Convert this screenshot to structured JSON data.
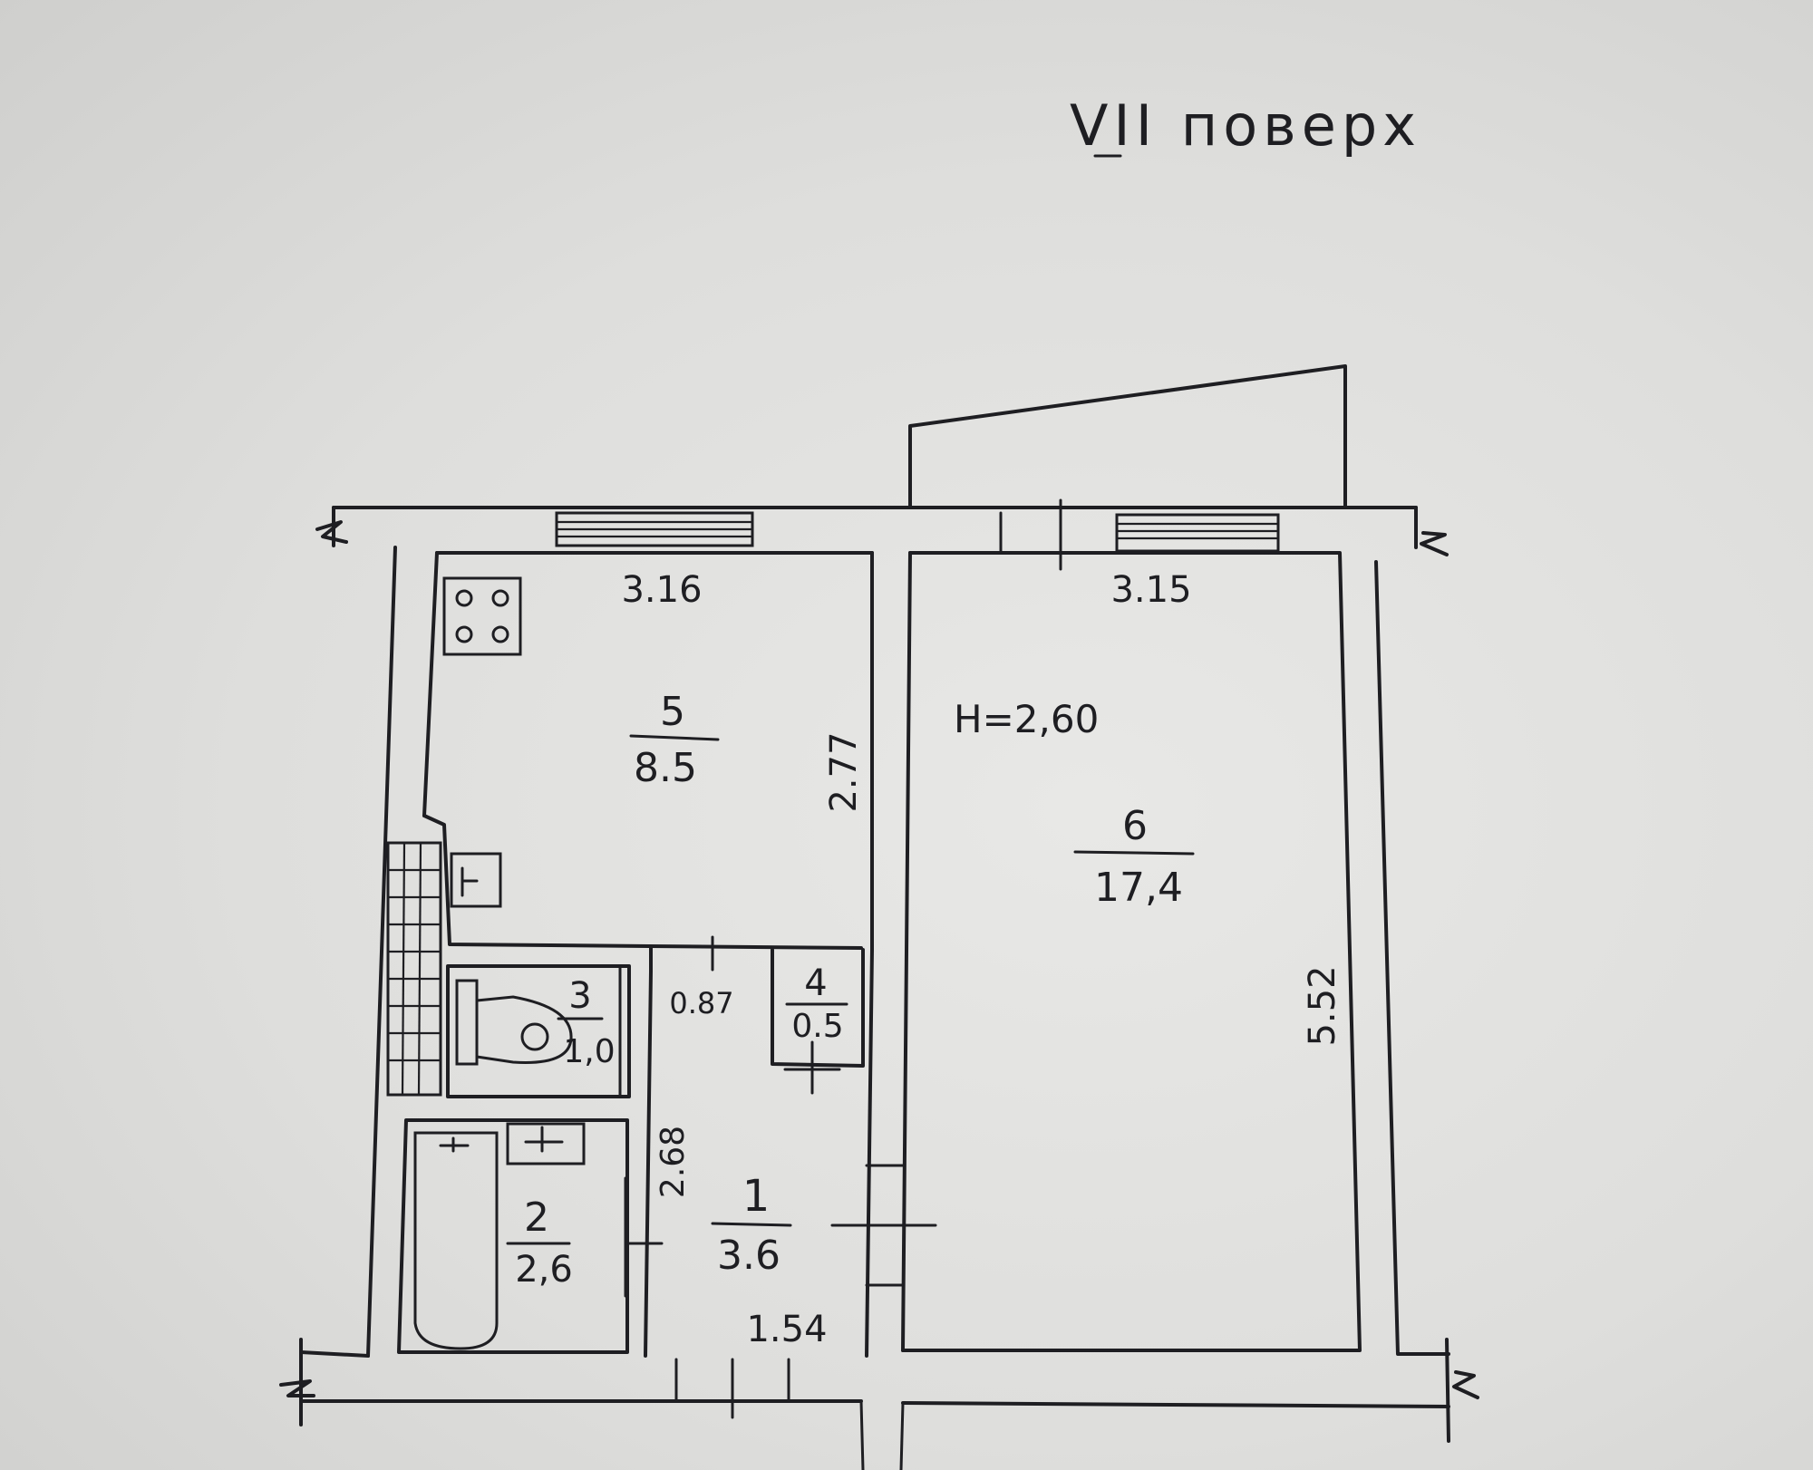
{
  "floor_label": "VII поверх",
  "ceiling_height": "H=2,60",
  "rooms": [
    {
      "number": "1",
      "area": "3.6"
    },
    {
      "number": "2",
      "area": "2,6"
    },
    {
      "number": "3",
      "area": "1,0"
    },
    {
      "number": "4",
      "area": "0.5"
    },
    {
      "number": "5",
      "area": "8.5"
    },
    {
      "number": "6",
      "area": "17,4"
    }
  ],
  "dimensions": {
    "kitchen_width": "3.16",
    "room_width": "3.15",
    "kitchen_depth": "2.77",
    "room_depth": "5.52",
    "corridor_width": "0.87",
    "corridor_depth": "2.68",
    "corridor_bottom": "1.54"
  }
}
